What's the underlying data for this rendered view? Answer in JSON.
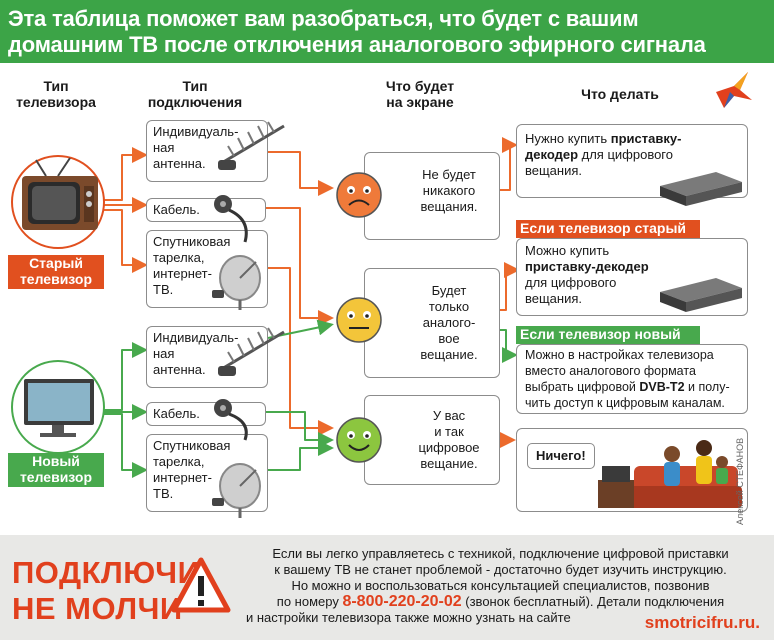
{
  "header": {
    "line1": "Эта таблица поможет вам разобраться, что будет с вашим",
    "line2": "домашним ТВ после отключения аналогового эфирного сигнала"
  },
  "columns": {
    "tv_type": [
      "Тип",
      "телевизора"
    ],
    "connection_type": [
      "Тип",
      "подключения"
    ],
    "screen": [
      "Что будет",
      "на экране"
    ],
    "action": "Что делать"
  },
  "tv_labels": {
    "old": [
      "Старый",
      "телевизор"
    ],
    "new": [
      "Новый",
      "телевизор"
    ]
  },
  "connections": {
    "antenna": [
      "Индивидуаль-",
      "ная",
      "антенна."
    ],
    "cable": "Кабель.",
    "satellite": [
      "Спутниковая",
      "тарелка,",
      "интернет-",
      "ТВ."
    ]
  },
  "outcomes": {
    "none": [
      "Не будет",
      "никакого",
      "вещания."
    ],
    "analog": [
      "Будет",
      "только",
      "аналого-",
      "вое",
      "вещание."
    ],
    "digital": [
      "У вас",
      "и так",
      "цифровое",
      "вещание."
    ]
  },
  "actions": {
    "buy": {
      "pre": "Нужно купить ",
      "bold1": "приставку-",
      "bold2": "декодер",
      "post": " для цифрового",
      "post2": "вещания."
    },
    "if_old": {
      "tag": "Если телевизор старый",
      "line1": "Можно купить",
      "bold": "приставку-декодер",
      "line3": "для цифрового",
      "line4": "вещания."
    },
    "if_new": {
      "tag": "Если телевизор новый",
      "line1": "Можно в настройках телевизора",
      "line2": "вместо аналогового формата",
      "line3_pre": "выбрать цифровой ",
      "line3_bold": "DVB-T2",
      "line3_post": " и полу-",
      "line4": "чить доступ к цифровым каналам."
    },
    "nothing": "Ничего!"
  },
  "credit": "Алексей СТЕФАНОВ",
  "footer": {
    "slogan": [
      "ПОДКЛЮЧИ,",
      "НЕ МОЛЧИ"
    ],
    "text1": "Если вы легко управляетесь с техникой, подключение цифровой приставки",
    "text2": "к вашему ТВ не станет проблемой - достаточно будет изучить инструкцию.",
    "text3": "Но можно и воспользоваться консультацией специалистов, позвонив",
    "text4_pre": "по номеру ",
    "phone": "8-800-220-20-02",
    "text4_post": " (звонок бесплатный). Детали подключения",
    "text5": "и настройки телевизора также можно узнать на сайте",
    "site": "smotricifru.ru."
  },
  "colors": {
    "green": "#3ca447",
    "orange": "#e1501f",
    "arrow_orange": "#ec6a2c",
    "arrow_green": "#48a94d"
  }
}
